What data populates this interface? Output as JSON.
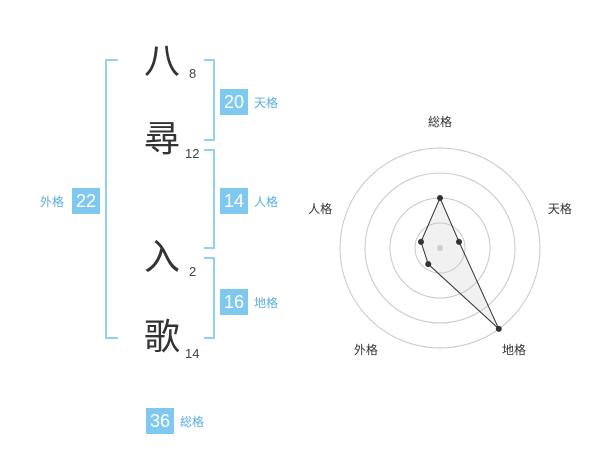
{
  "name": {
    "characters": [
      {
        "char": "八",
        "strokes": "8"
      },
      {
        "char": "尋",
        "strokes": "12"
      },
      {
        "char": "入",
        "strokes": "2"
      },
      {
        "char": "歌",
        "strokes": "14"
      }
    ]
  },
  "fortune": {
    "tenkaku": {
      "value": "20",
      "label": "天格"
    },
    "jinkaku": {
      "value": "14",
      "label": "人格"
    },
    "chikaku": {
      "value": "16",
      "label": "地格"
    },
    "gaikaku": {
      "value": "22",
      "label": "外格"
    },
    "soukaku": {
      "value": "36",
      "label": "総格"
    }
  },
  "radar": {
    "axes": [
      "総格",
      "天格",
      "地格",
      "外格",
      "人格"
    ],
    "values": [
      2.5,
      1.0,
      5.0,
      1.0,
      1.0
    ],
    "max": 5,
    "rings": 4
  },
  "colors": {
    "accent": "#7fc8f0",
    "bracket": "#8fd0f3",
    "text": "#333333"
  }
}
